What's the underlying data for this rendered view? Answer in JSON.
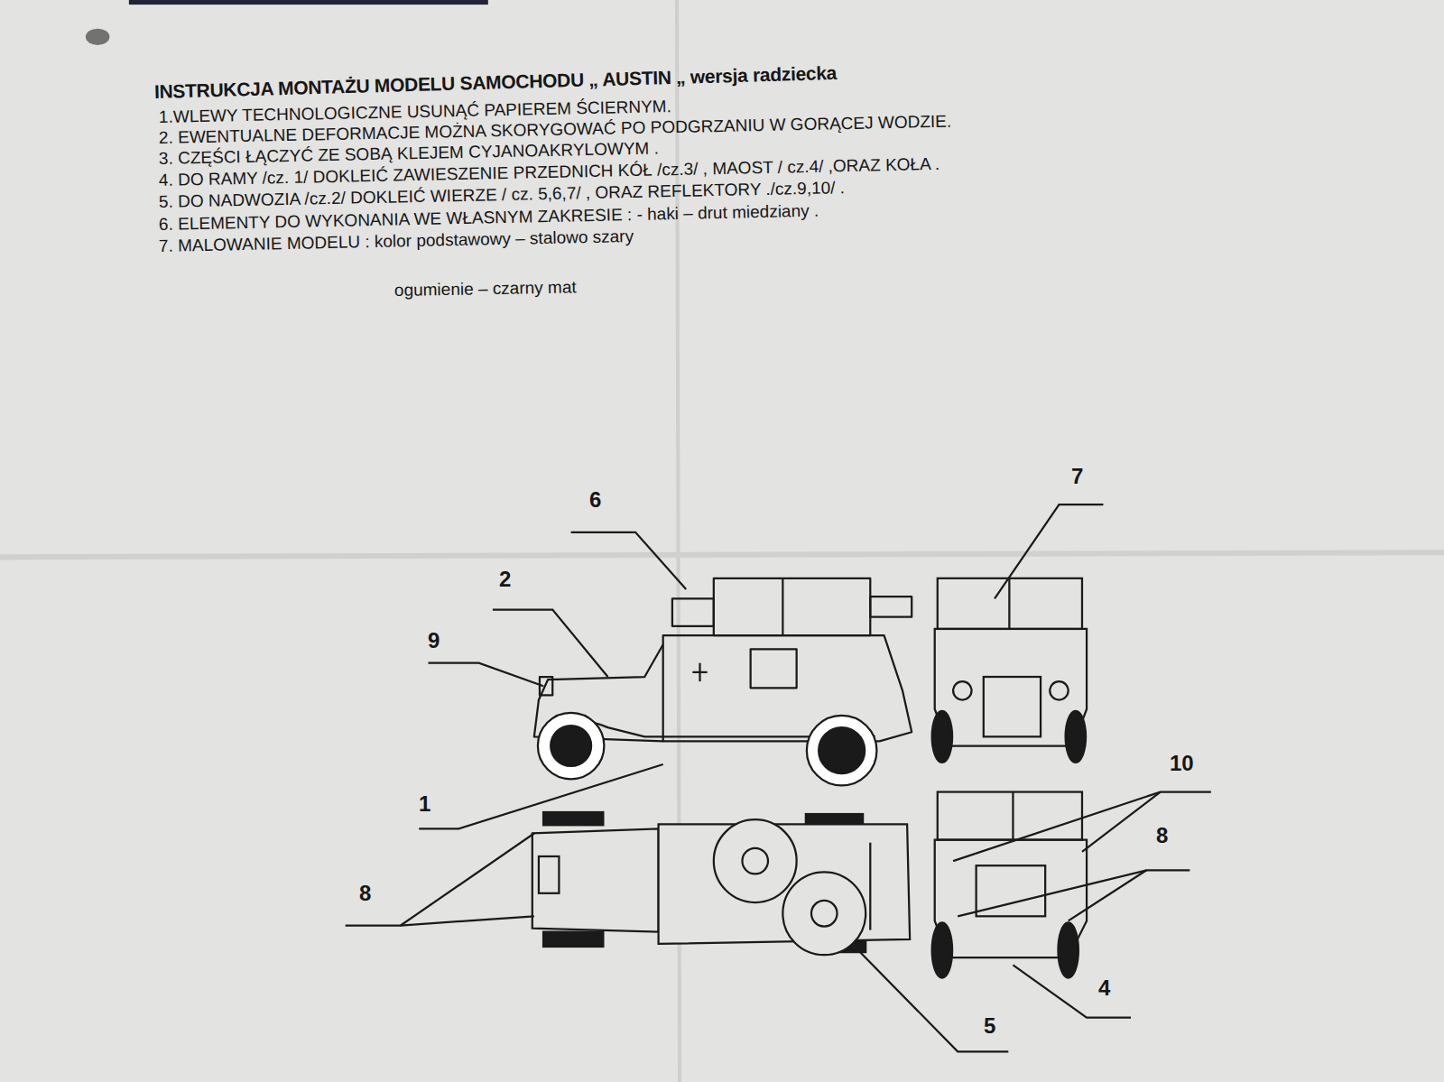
{
  "diagram": {
    "title": "INSTRUKCJA MONTAŻU MODELU SAMOCHODU „ AUSTIN „ wersja radziecka",
    "labels": [
      "1.WLEWY TECHNOLOGICZNE USUNĄĆ PAPIEREM ŚCIERNYM.",
      "2. EWENTUALNE DEFORMACJE MOŻNA SKORYGOWAĆ PO PODGRZANIU W GORĄCEJ WODZIE.",
      "3. CZĘŚCI ŁĄCZYĆ ZE SOBĄ KLEJEM CYJANOAKRYLOWYM .",
      "4. DO RAMY /cz. 1/ DOKLEIĆ ZAWIESZENIE PRZEDNICH KÓŁ /cz.3/ , MAOST / cz.4/ ,ORAZ KOŁA .",
      "5. DO NADWOZIA /cz.2/ DOKLEIĆ WIERZE / cz. 5,6,7/ , ORAZ REFLEKTORY ./cz.9,10/ .",
      "6. ELEMENTY DO WYKONANIA WE WŁASNYM ZAKRESIE : - haki – drut miedziany .",
      "7. MALOWANIE MODELU : kolor podstawowy – stalowo szary",
      "ogumienie – czarny mat",
      "7",
      "6",
      "2",
      "9",
      "10",
      "1",
      "8",
      "8",
      "4",
      "5"
    ]
  }
}
